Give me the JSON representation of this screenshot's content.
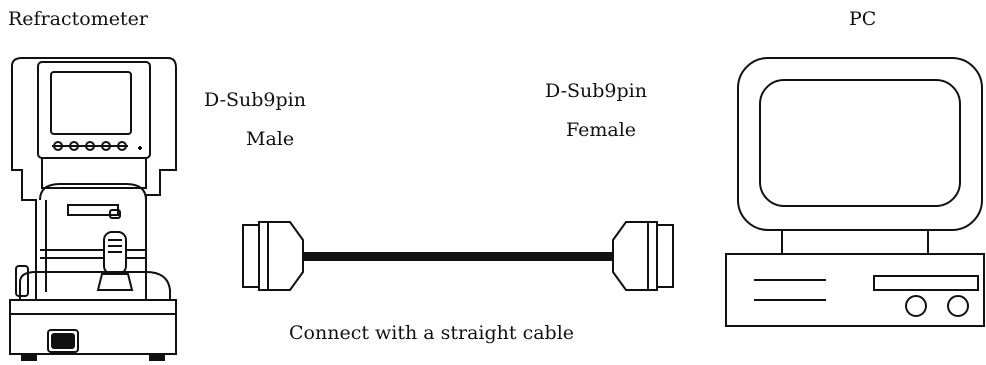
{
  "devices": {
    "refractometer": {
      "label": "Refractometer"
    },
    "pc": {
      "label": "PC"
    }
  },
  "connectors": {
    "male": {
      "type": "D-Sub9pin",
      "gender": "Male"
    },
    "female": {
      "type": "D-Sub9pin",
      "gender": "Female"
    }
  },
  "cable": {
    "caption": "Connect with a straight cable"
  }
}
